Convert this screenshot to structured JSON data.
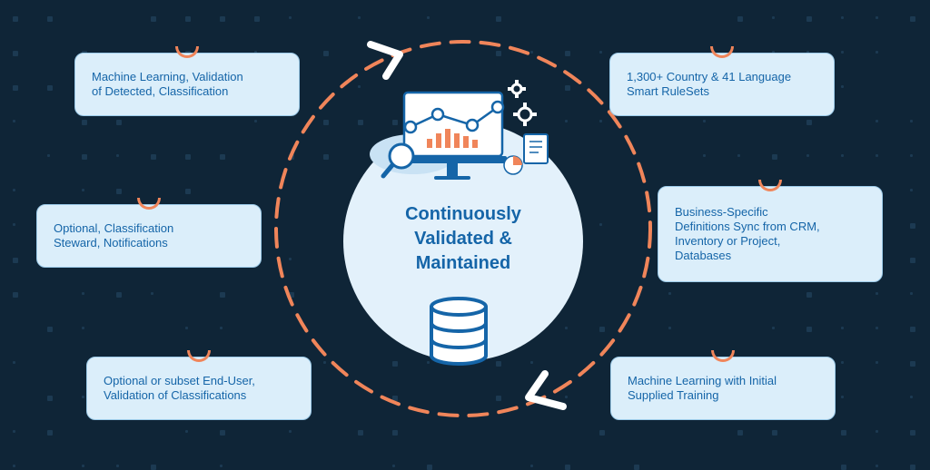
{
  "center": {
    "title": "Continuously\nValidated &\nMaintained"
  },
  "cards": [
    {
      "id": "left-1",
      "text": "Machine Learning, Validation\nof Detected, Classification"
    },
    {
      "id": "left-2",
      "text": "Optional, Classification\nSteward, Notifications"
    },
    {
      "id": "left-3",
      "text": "Optional or subset End-User,\nValidation of Classifications"
    },
    {
      "id": "right-1",
      "text": "1,300+ Country & 41 Language\nSmart RuleSets"
    },
    {
      "id": "right-2",
      "text": "Business-Specific\nDefinitions Sync from CRM,\nInventory or Project,\nDatabases"
    },
    {
      "id": "right-3",
      "text": "Machine Learning with Initial\nSupplied Training"
    }
  ],
  "colors": {
    "background": "#0f2537",
    "card_fill": "#dbeefa",
    "text_blue": "#1565a8",
    "accent_orange": "#f0855a",
    "circle_fill": "#e3f1fb"
  },
  "icons": [
    "monitor-chart-icon",
    "gear-icon",
    "magnifier-icon",
    "document-icon",
    "pie-chart-icon",
    "database-icon",
    "arrowhead-icon"
  ]
}
